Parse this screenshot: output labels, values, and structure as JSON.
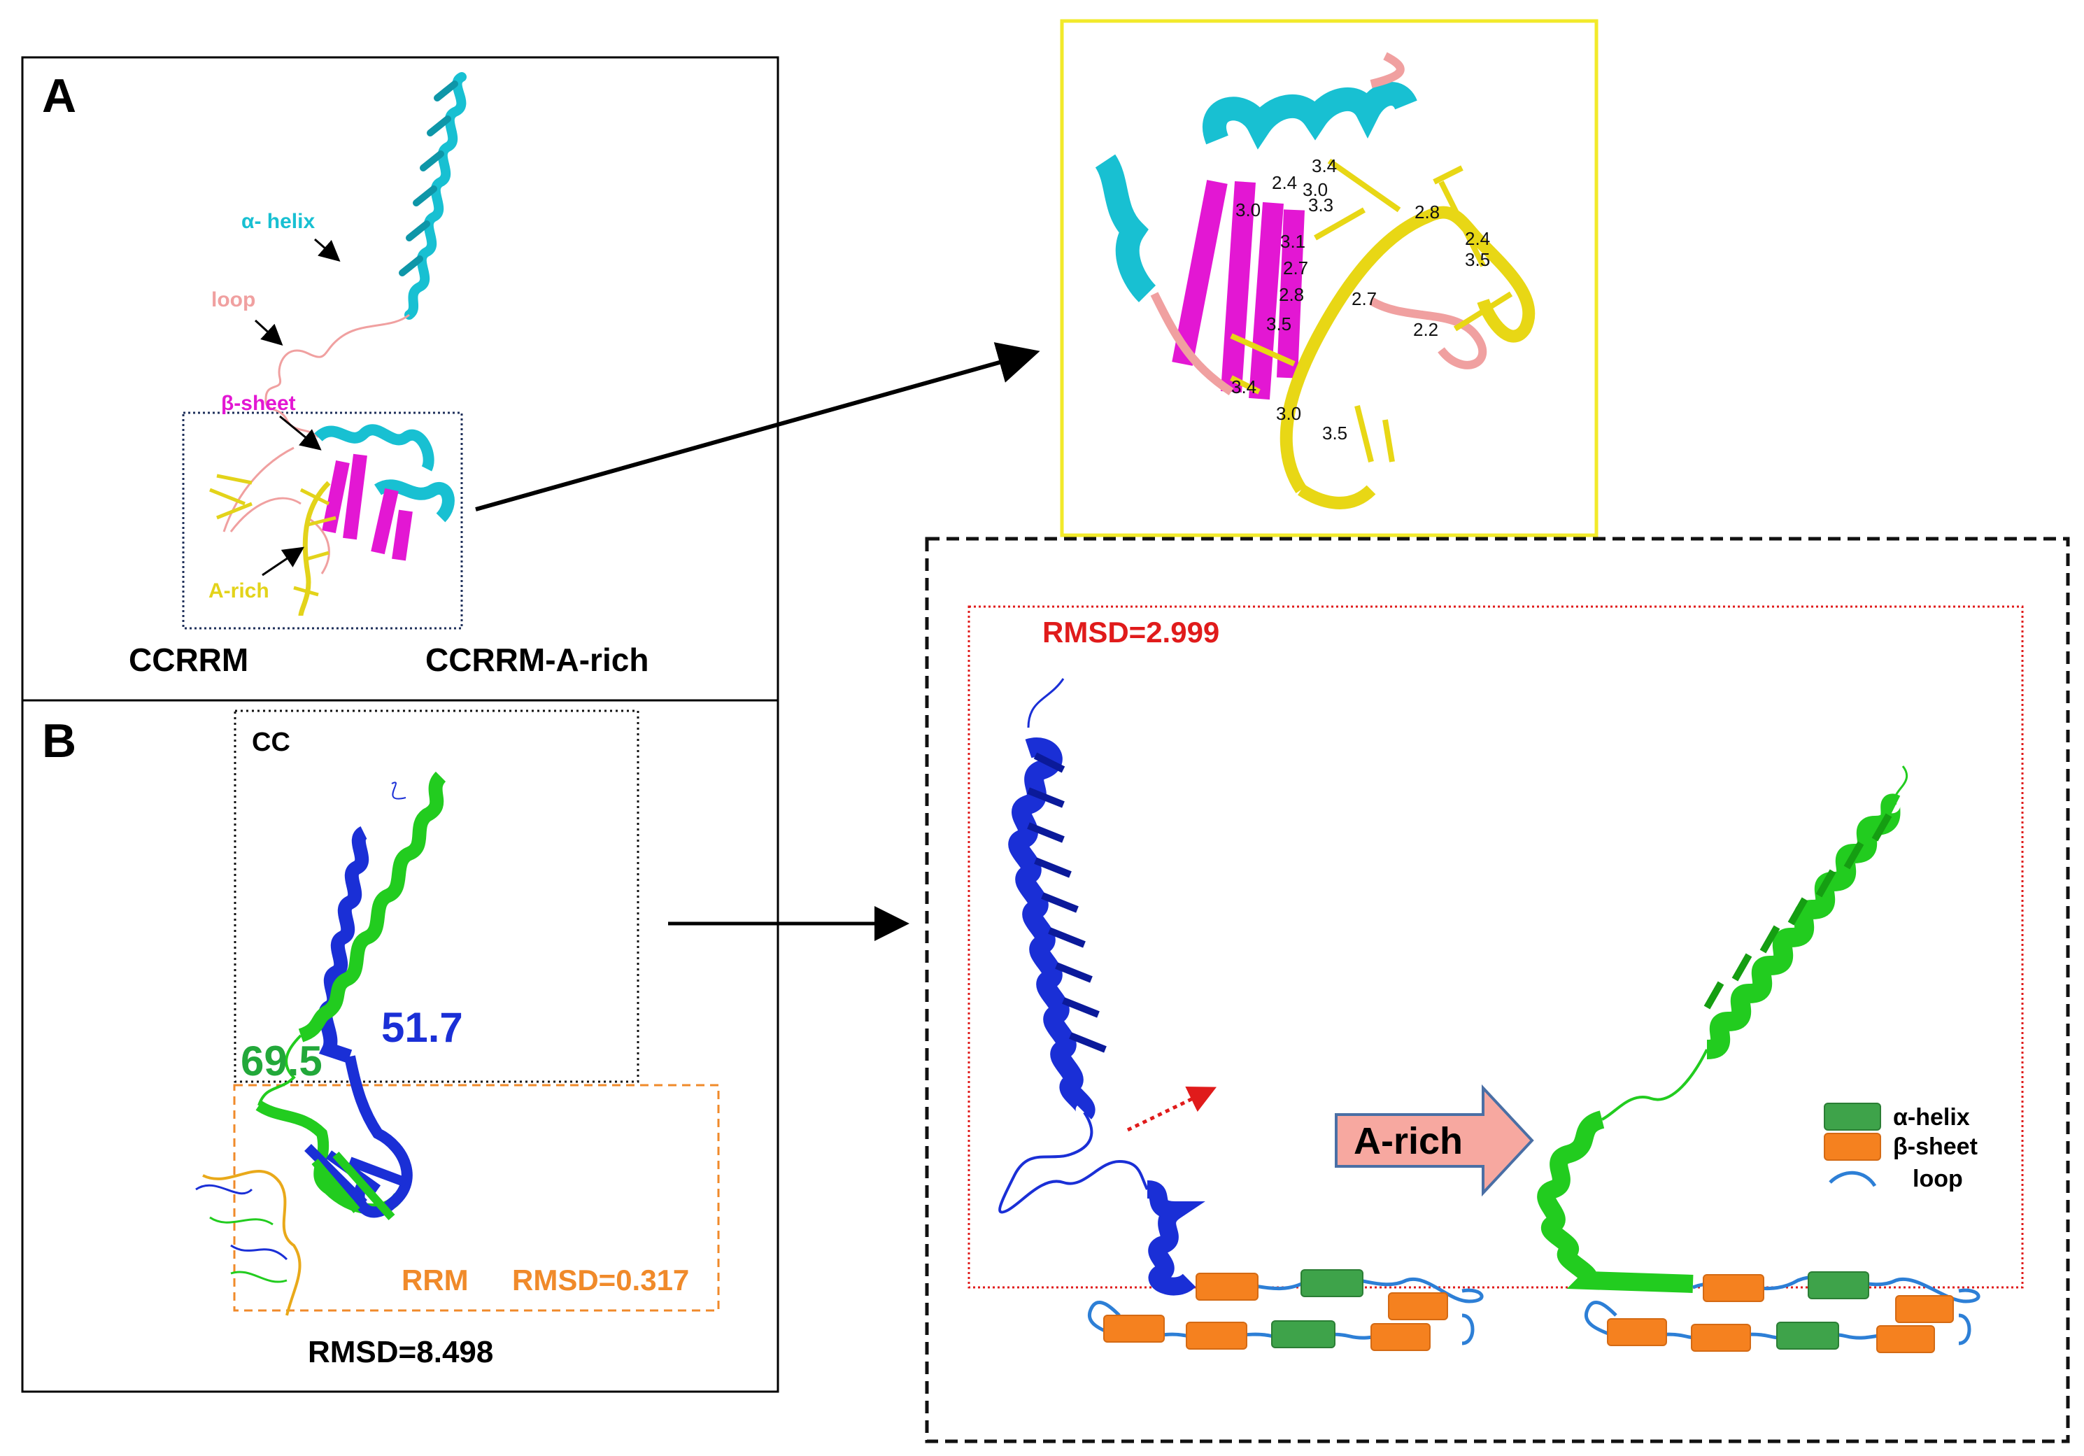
{
  "panel_a": {
    "letter": "A",
    "label_alpha_helix": "α- helix",
    "label_loop": "loop",
    "label_beta_sheet": "β-sheet",
    "label_a_rich": "A-rich",
    "caption_left": "CCRRM",
    "caption_right": "CCRRM-A-rich"
  },
  "panel_b": {
    "letter": "B",
    "cc_label": "CC",
    "angle_blue": "51.7",
    "angle_green": "69.5",
    "rrm_label": "RRM",
    "rrm_rmsd": "RMSD=0.317",
    "overall_rmsd": "RMSD=8.498"
  },
  "zoom": {
    "distances": [
      "3.4",
      "2.4",
      "3.0",
      "3.3",
      "3.0",
      "3.1",
      "2.7",
      "2.8",
      "3.5",
      "3.4",
      "3.0",
      "3.5",
      "2.7",
      "2.2",
      "2.8",
      "2.4",
      "3.5"
    ]
  },
  "right_panel": {
    "rmsd": "RMSD=2.999",
    "a_rich_arrow": "A-rich",
    "legend": {
      "alpha_helix": "α-helix",
      "beta_sheet": "β-sheet",
      "loop": "loop"
    }
  },
  "colors": {
    "cyan_helix": "#18c0d2",
    "magenta_sheet": "#e317d3",
    "salmon_loop": "#f0a0a0",
    "yellow_rna": "#e3d31a",
    "blue_structure": "#1a2fd6",
    "green_structure": "#22cc1f",
    "legend_green": "#3ea34a",
    "legend_orange": "#f5811f",
    "loop_blue": "#2d7fd6",
    "rrm_orange": "#f08a2a",
    "rmsd_red": "#e01b1b",
    "arrow_fill": "#f7a8a0"
  }
}
